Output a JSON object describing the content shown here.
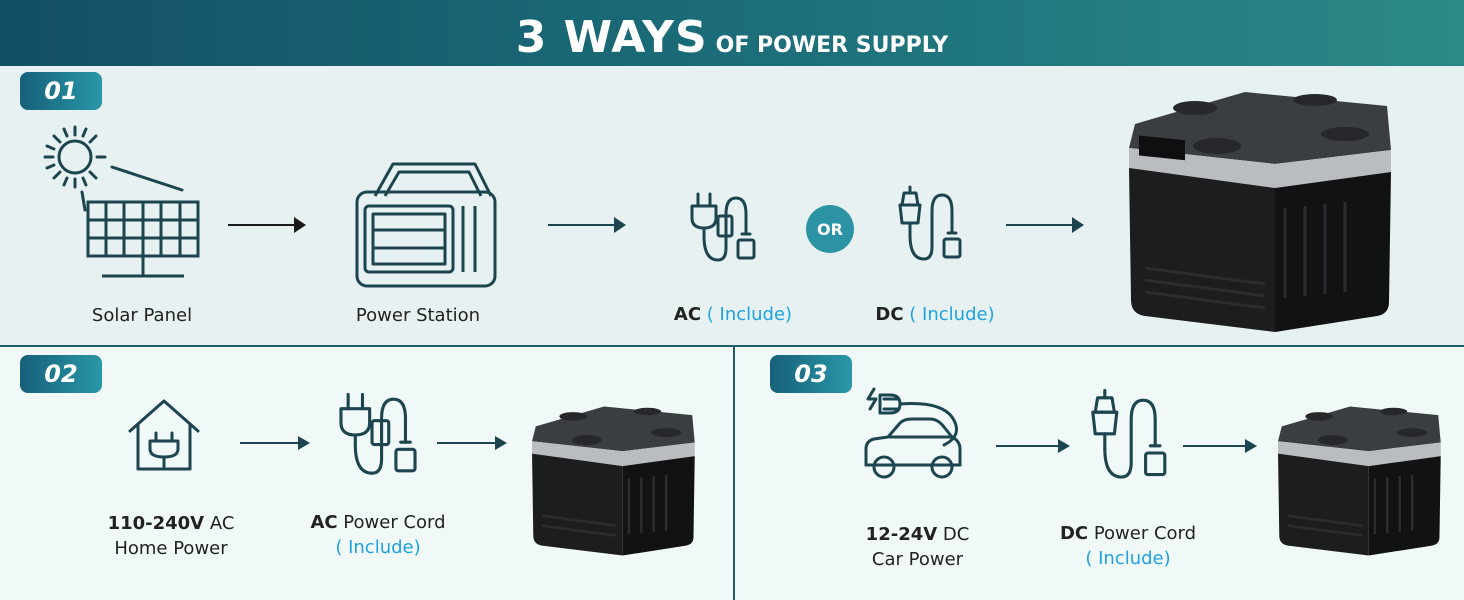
{
  "header": {
    "title_big": "3 WAYS",
    "title_small": "OF POWER SUPPLY"
  },
  "section1": {
    "badge": "01",
    "solar_label": "Solar Panel",
    "station_label": "Power Station",
    "ac_bold": "AC",
    "ac_include": "( Include)",
    "or": "OR",
    "dc_bold": "DC",
    "dc_include": "( Include)"
  },
  "section2": {
    "badge": "02",
    "home_line1_bold": "110-240V",
    "home_line1_rest": " AC",
    "home_line2": "Home Power",
    "cord_bold": "AC",
    "cord_rest": " Power Cord",
    "cord_include": "( Include)"
  },
  "section3": {
    "badge": "03",
    "car_line1_bold": "12-24V",
    "car_line1_rest": " DC",
    "car_line2": "Car Power",
    "cord_bold": "DC",
    "cord_rest": " Power Cord",
    "cord_include": "( Include)"
  },
  "colors": {
    "accent": "#2c93a5",
    "include": "#1fa2df",
    "icon": "#1d4550",
    "header_start": "#134f66",
    "header_end": "#2b8a87"
  }
}
